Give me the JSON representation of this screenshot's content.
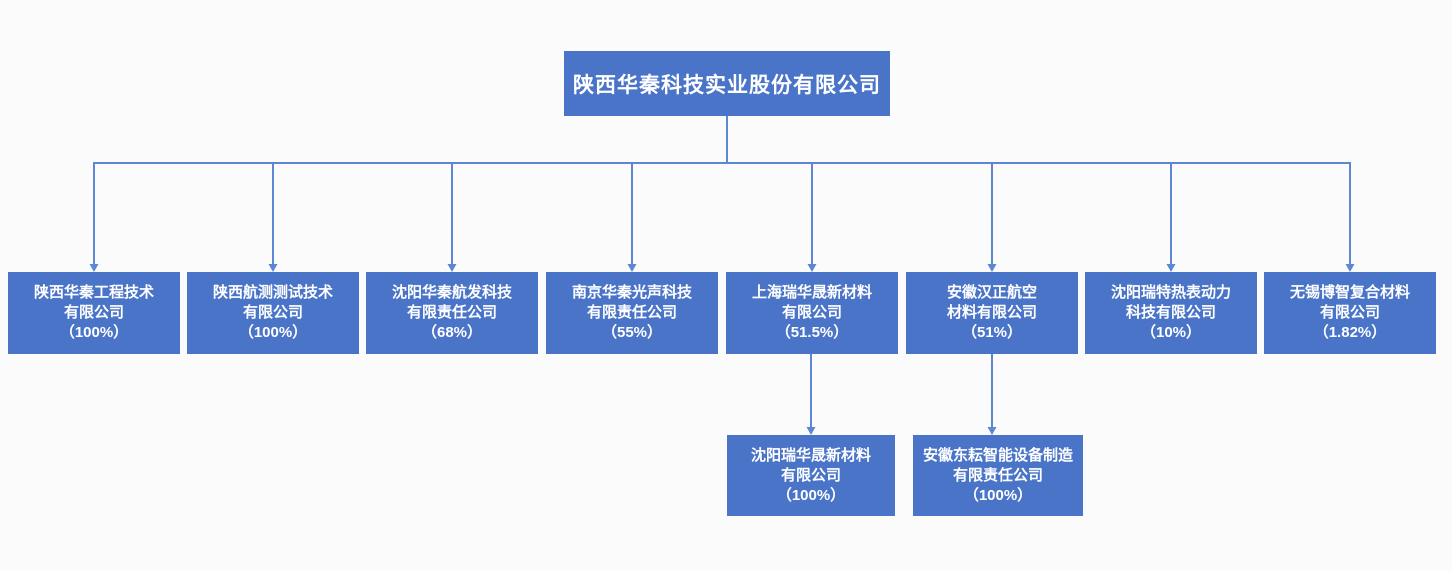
{
  "colors": {
    "box_fill": "#4A74C8",
    "connector": "#5B87D5",
    "text": "#FFFFFF",
    "background": "#FBFBFB"
  },
  "root": {
    "name": "陕西华秦科技实业股份有限公司"
  },
  "subsidiaries": [
    {
      "name_line1": "陕西华秦工程技术",
      "name_line2": "有限公司",
      "ownership": "（100%）"
    },
    {
      "name_line1": "陕西航测测试技术",
      "name_line2": "有限公司",
      "ownership": "（100%）"
    },
    {
      "name_line1": "沈阳华秦航发科技",
      "name_line2": "有限责任公司",
      "ownership": "（68%）"
    },
    {
      "name_line1": "南京华秦光声科技",
      "name_line2": "有限责任公司",
      "ownership": "（55%）"
    },
    {
      "name_line1": "上海瑞华晟新材料",
      "name_line2": "有限公司",
      "ownership": "（51.5%）"
    },
    {
      "name_line1": "安徽汉正航空",
      "name_line2": "材料有限公司",
      "ownership": "（51%）"
    },
    {
      "name_line1": "沈阳瑞特热表动力",
      "name_line2": "科技有限公司",
      "ownership": "（10%）"
    },
    {
      "name_line1": "无锡博智复合材料",
      "name_line2": "有限公司",
      "ownership": "（1.82%）"
    }
  ],
  "grandchildren": [
    {
      "name_line1": "沈阳瑞华晟新材料",
      "name_line2": "有限公司",
      "ownership": "（100%）",
      "parent_index": 4
    },
    {
      "name_line1": "安徽东耘智能设备制造",
      "name_line2": "有限责任公司",
      "ownership": "（100%）",
      "parent_index": 5
    }
  ]
}
